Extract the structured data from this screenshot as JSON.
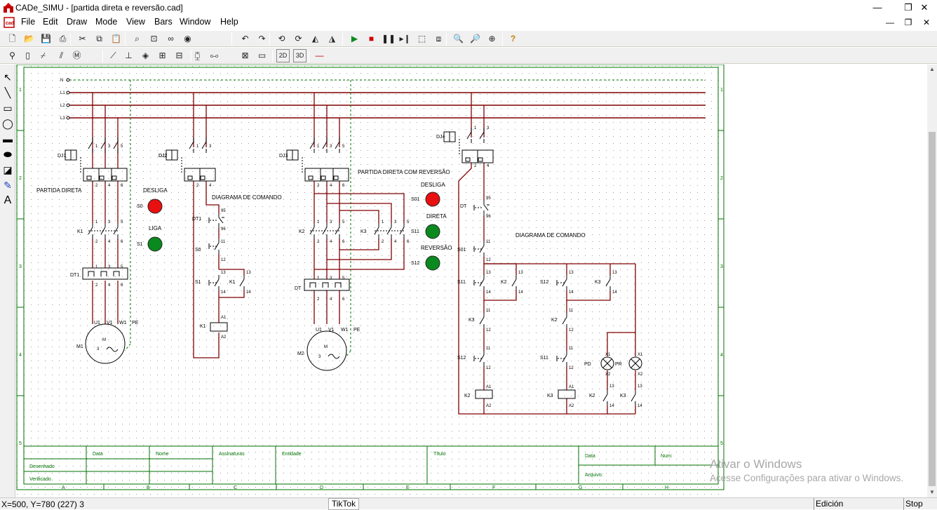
{
  "window": {
    "title": "CADe_SIMU - [partida direta e reversão.cad]",
    "controls": {
      "minimize": "—",
      "restore": "❐",
      "close": "✕"
    }
  },
  "menubar": {
    "items": [
      "File",
      "Edit",
      "Draw",
      "Mode",
      "View",
      "Bars",
      "Window",
      "Help"
    ],
    "doc_controls": {
      "minimize": "—",
      "restore": "❐",
      "close": "✕"
    }
  },
  "toolbar1": {
    "buttons": [
      {
        "name": "new-icon",
        "glyph": "🗋"
      },
      {
        "name": "open-icon",
        "glyph": "📂"
      },
      {
        "name": "save-icon",
        "glyph": "💾"
      },
      {
        "name": "print-icon",
        "glyph": "⎙"
      },
      {
        "name": "cut-icon",
        "glyph": "✂"
      },
      {
        "name": "copy-icon",
        "glyph": "⧉"
      },
      {
        "name": "paste-icon",
        "glyph": "📋"
      },
      {
        "name": "find-icon",
        "glyph": "⌕"
      },
      {
        "name": "zoom-window-icon",
        "glyph": "⊡"
      },
      {
        "name": "binoculars-icon",
        "glyph": "∞"
      },
      {
        "name": "view-icon",
        "glyph": "◉"
      },
      {
        "name": "undo-icon",
        "glyph": "↶"
      },
      {
        "name": "redo-icon",
        "glyph": "↷"
      },
      {
        "name": "rotate-left-icon",
        "glyph": "⟲"
      },
      {
        "name": "rotate-right-icon",
        "glyph": "⟳"
      },
      {
        "name": "mirror-icon",
        "glyph": "◭"
      },
      {
        "name": "flip-icon",
        "glyph": "◮"
      },
      {
        "name": "play-icon",
        "glyph": "▶"
      },
      {
        "name": "stop-icon",
        "glyph": "■"
      },
      {
        "name": "pause-icon",
        "glyph": "❚❚"
      },
      {
        "name": "step-icon",
        "glyph": "▸❙"
      },
      {
        "name": "select-area-icon",
        "glyph": "⬚"
      },
      {
        "name": "connect-icon",
        "glyph": "⧈"
      },
      {
        "name": "zoom-in-icon",
        "glyph": "🔍"
      },
      {
        "name": "zoom-out-icon",
        "glyph": "🔎"
      },
      {
        "name": "zoom-fit-icon",
        "glyph": "⊕"
      },
      {
        "name": "help-icon",
        "glyph": "?"
      }
    ]
  },
  "toolbar2": {
    "buttons": [
      {
        "name": "supply-icon",
        "glyph": "⚲"
      },
      {
        "name": "fuse-icon",
        "glyph": "▯"
      },
      {
        "name": "breaker-icon",
        "glyph": "⌿"
      },
      {
        "name": "three-pole-icon",
        "glyph": "⫽"
      },
      {
        "name": "motor-icon",
        "glyph": "Ⓜ"
      },
      {
        "name": "contact-icon",
        "glyph": "⟋"
      },
      {
        "name": "pushbutton-icon",
        "glyph": "⊥"
      },
      {
        "name": "sensor-icon",
        "glyph": "◈"
      },
      {
        "name": "coil-icon",
        "glyph": "⊞"
      },
      {
        "name": "coil2-icon",
        "glyph": "⊟"
      },
      {
        "name": "relay-icon",
        "glyph": "⧮"
      },
      {
        "name": "terminal-icon",
        "glyph": "⧟"
      },
      {
        "name": "plc-icon",
        "glyph": "⊠"
      },
      {
        "name": "resistor-icon",
        "glyph": "▭"
      },
      {
        "name": "2d-icon",
        "glyph": "2D"
      },
      {
        "name": "3d-icon",
        "glyph": "3D"
      },
      {
        "name": "wire-icon",
        "glyph": "—"
      }
    ]
  },
  "left_tools": [
    {
      "name": "arrow-select-icon",
      "glyph": "↖"
    },
    {
      "name": "line-tool-icon",
      "glyph": "╲"
    },
    {
      "name": "rectangle-tool-icon",
      "glyph": "▭"
    },
    {
      "name": "ellipse-tool-icon",
      "glyph": "◯"
    },
    {
      "name": "filled-rectangle-tool-icon",
      "glyph": "▬"
    },
    {
      "name": "filled-ellipse-tool-icon",
      "glyph": "⬬"
    },
    {
      "name": "fill-tool-icon",
      "glyph": "◪"
    },
    {
      "name": "color-picker-icon",
      "glyph": "✎"
    },
    {
      "name": "text-tool-icon",
      "glyph": "A"
    }
  ],
  "drawing": {
    "row_numbers": [
      "1",
      "2",
      "3",
      "4",
      "5"
    ],
    "column_letters": [
      "A",
      "B",
      "C",
      "D",
      "E",
      "F",
      "G",
      "H"
    ],
    "phases": [
      "L1",
      "L2",
      "L3",
      "N"
    ],
    "labels": {
      "partida_direta": "PARTIDA DIRETA",
      "diagrama_comando_1": "DIAGRAMA DE COMANDO",
      "partida_reversao": "PARTIDA DIRETA COM REVERSÃO",
      "diagrama_comando_2": "DIAGRAMA DE COMANDO",
      "desliga_1": "DESLIGA",
      "liga": "LIGA",
      "desliga_2": "DESLIGA",
      "direta": "DIRETA",
      "reversao": "REVERSÃO"
    },
    "device_tags": {
      "dj1": "DJ1",
      "dj2": "DJ2",
      "dj3": "DJ3",
      "dj4": "DJ4",
      "k1": "K1",
      "k2": "K2",
      "k3": "K3",
      "dt1": "DT1",
      "dt": "DT",
      "s0": "S0",
      "s1": "S1",
      "s01": "S01",
      "s11": "S11",
      "s12": "S12",
      "m1": "M1",
      "m2": "M2",
      "pd": "PD",
      "pr": "PR",
      "u1": "U1",
      "v1": "V1",
      "w1": "W1",
      "pe": "PE",
      "a1": "A1",
      "a2": "A2",
      "x1": "X1",
      "x2": "X2",
      "m": "M",
      "three": "3"
    },
    "terminals": [
      "1",
      "2",
      "3",
      "4",
      "5",
      "6",
      "11",
      "12",
      "13",
      "14",
      "95",
      "96"
    ],
    "lamp_colors": {
      "off": "#e81010",
      "on": "#0a8a1e"
    },
    "wire_color": "#800000",
    "border_color": "#007000",
    "title_block": {
      "data_header": "Data",
      "nome_header": "Nome",
      "assinaturas": "Assinaturas",
      "entidade": "Entidade",
      "titulo": "Título",
      "data_right": "Data",
      "num": "Num:",
      "arquivo": "Arquivo:",
      "desenhado": "Desenhado",
      "verificado": "Verificado"
    }
  },
  "statusbar": {
    "coords": "X=500, Y=780 (227) 3",
    "tiktok": "TikTok",
    "mode": "Edición",
    "stop": "Stop"
  },
  "watermark": {
    "line1": "Ativar o Windows",
    "line2": "Acesse Configurações para ativar o Windows."
  }
}
